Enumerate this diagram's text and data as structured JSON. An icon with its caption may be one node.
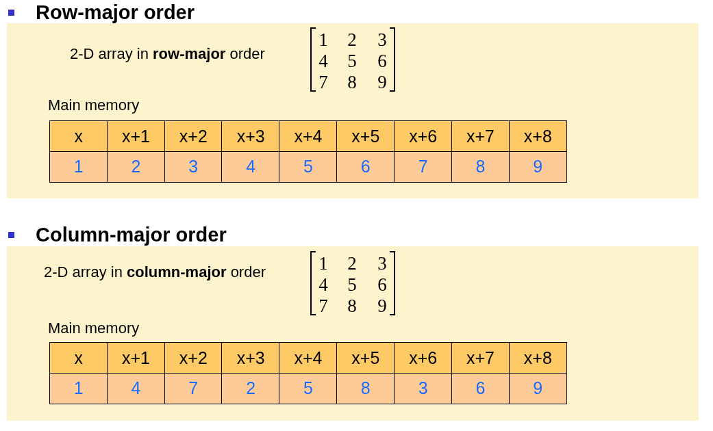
{
  "diagram": {
    "nodes": [
      {
        "text": [
          "Row-major order",
          "2-D array in **row-major** order",
          "Main memory"
        ]
      },
      {
        "text": [
          "Column-major order",
          "2-D array in **column-major** order",
          "Main memory"
        ]
      }
    ],
    "edges": [],
    "labels": [
      "1",
      "2",
      "3",
      "4",
      "5",
      "6",
      "7",
      "8",
      "9",
      "x",
      "x+1",
      "x+2",
      "x+3",
      "x+4",
      "x+5",
      "x+6",
      "x+7",
      "x+8",
      "1",
      "2",
      "3",
      "4",
      "5",
      "6",
      "7",
      "8",
      "9",
      "1",
      "2",
      "3",
      "4",
      "5",
      "6",
      "7",
      "8",
      "9",
      "x",
      "x+1",
      "x+2",
      "x+3",
      "x+4",
      "x+5",
      "x+6",
      "x+7",
      "x+8",
      "1",
      "4",
      "7",
      "2",
      "5",
      "8",
      "3",
      "6",
      "9"
    ]
  }
}
